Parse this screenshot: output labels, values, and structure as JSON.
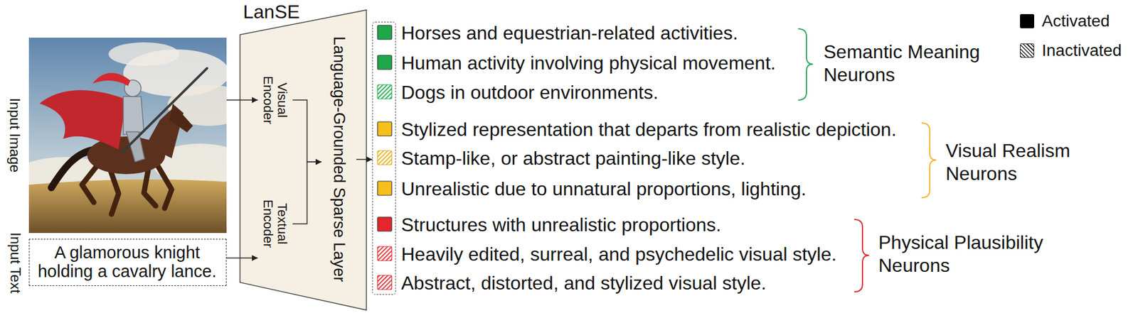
{
  "diagram": {
    "nodes": [
      {
        "text": [
          "Input Image"
        ]
      },
      {
        "text": [
          "Input Text",
          "A glamorous knight holding a cavalry lance."
        ]
      },
      {
        "text": [
          "LanSE"
        ]
      },
      {
        "text": [
          "Visual Encoder"
        ],
        "in": 2
      },
      {
        "text": [
          "Textual Encoder"
        ],
        "in": 2
      },
      {
        "text": [
          "Language-Grounded Sparse Layer"
        ],
        "in": 2
      },
      {
        "text": [
          "Horses and equestrian-related activities.",
          "Human activity involving physical movement.",
          "Dogs in outdoor environments.",
          "Stylized representation that departs from realistic depiction.",
          "Stamp-like, or abstract painting-like style.",
          "Unrealistic due to unnatural proportions, lighting.",
          "Structures with unrealistic proportions.",
          "Heavily edited, surreal, and psychedelic visual style.",
          "Abstract, distorted, and stylized visual style."
        ]
      }
    ],
    "edges": [
      {
        "from": 0,
        "to": 3,
        "arrow": "to"
      },
      {
        "from": 1,
        "to": 4,
        "arrow": "to"
      },
      {
        "from": 3,
        "to": 5,
        "arrow": "to"
      },
      {
        "from": 4,
        "to": 5,
        "arrow": "to"
      },
      {
        "from": 5,
        "to": 6,
        "arrow": "to"
      }
    ],
    "labels": [
      "Semantic Meaning Neurons",
      "Visual Realism Neurons",
      "Physical Plausibility Neurons"
    ],
    "legend": [
      {
        "text": "Activated",
        "color": "#000000"
      },
      {
        "text": "Inactivated"
      }
    ]
  }
}
